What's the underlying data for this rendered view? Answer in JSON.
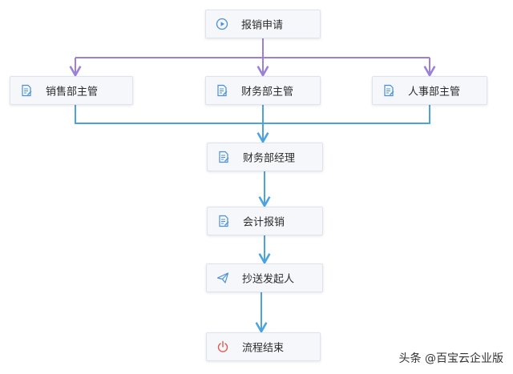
{
  "nodes": {
    "start": {
      "label": "报销申请",
      "icon": "play-circle-icon"
    },
    "sales_manager": {
      "label": "销售部主管",
      "icon": "approval-form-icon"
    },
    "finance_supervisor": {
      "label": "财务部主管",
      "icon": "approval-form-icon"
    },
    "hr_manager": {
      "label": "人事部主管",
      "icon": "approval-form-icon"
    },
    "finance_manager": {
      "label": "财务部经理",
      "icon": "approval-form-icon"
    },
    "accounting": {
      "label": "会计报销",
      "icon": "approval-form-icon"
    },
    "cc_initiator": {
      "label": "抄送发起人",
      "icon": "paper-plane-icon"
    },
    "end": {
      "label": "流程结束",
      "icon": "power-icon"
    }
  },
  "colors": {
    "branch_connector": "#9b7fd9",
    "main_connector": "#4aa3e0",
    "icon_blue": "#4a90d9",
    "icon_red": "#e05a4f"
  },
  "watermark": "头条 @百宝云企业版"
}
